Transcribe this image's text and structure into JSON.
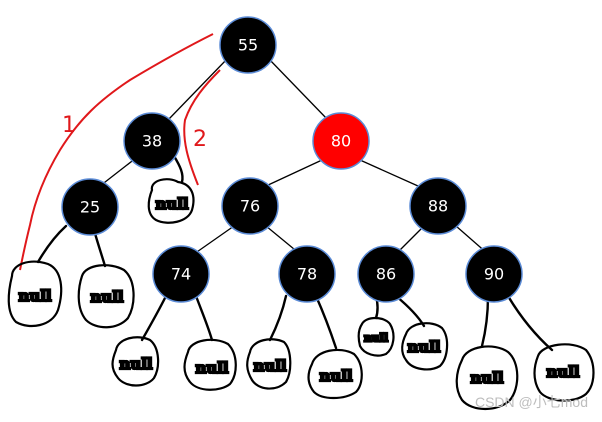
{
  "nodes": [
    {
      "id": "n55",
      "label": "55",
      "color": "black"
    },
    {
      "id": "n38",
      "label": "38",
      "color": "black"
    },
    {
      "id": "n80",
      "label": "80",
      "color": "red"
    },
    {
      "id": "n25",
      "label": "25",
      "color": "black"
    },
    {
      "id": "n76",
      "label": "76",
      "color": "black"
    },
    {
      "id": "n88",
      "label": "88",
      "color": "black"
    },
    {
      "id": "n74",
      "label": "74",
      "color": "black"
    },
    {
      "id": "n78",
      "label": "78",
      "color": "black"
    },
    {
      "id": "n86",
      "label": "86",
      "color": "black"
    },
    {
      "id": "n90",
      "label": "90",
      "color": "black"
    }
  ],
  "null_label": "null",
  "annotations": {
    "path1": "1",
    "path2": "2"
  },
  "watermark": "CSDN @小七mod",
  "colors": {
    "black_node": "#000000",
    "red_node": "#ff0000",
    "node_stroke": "#5b8bd6",
    "annotation": "#e0181b"
  }
}
